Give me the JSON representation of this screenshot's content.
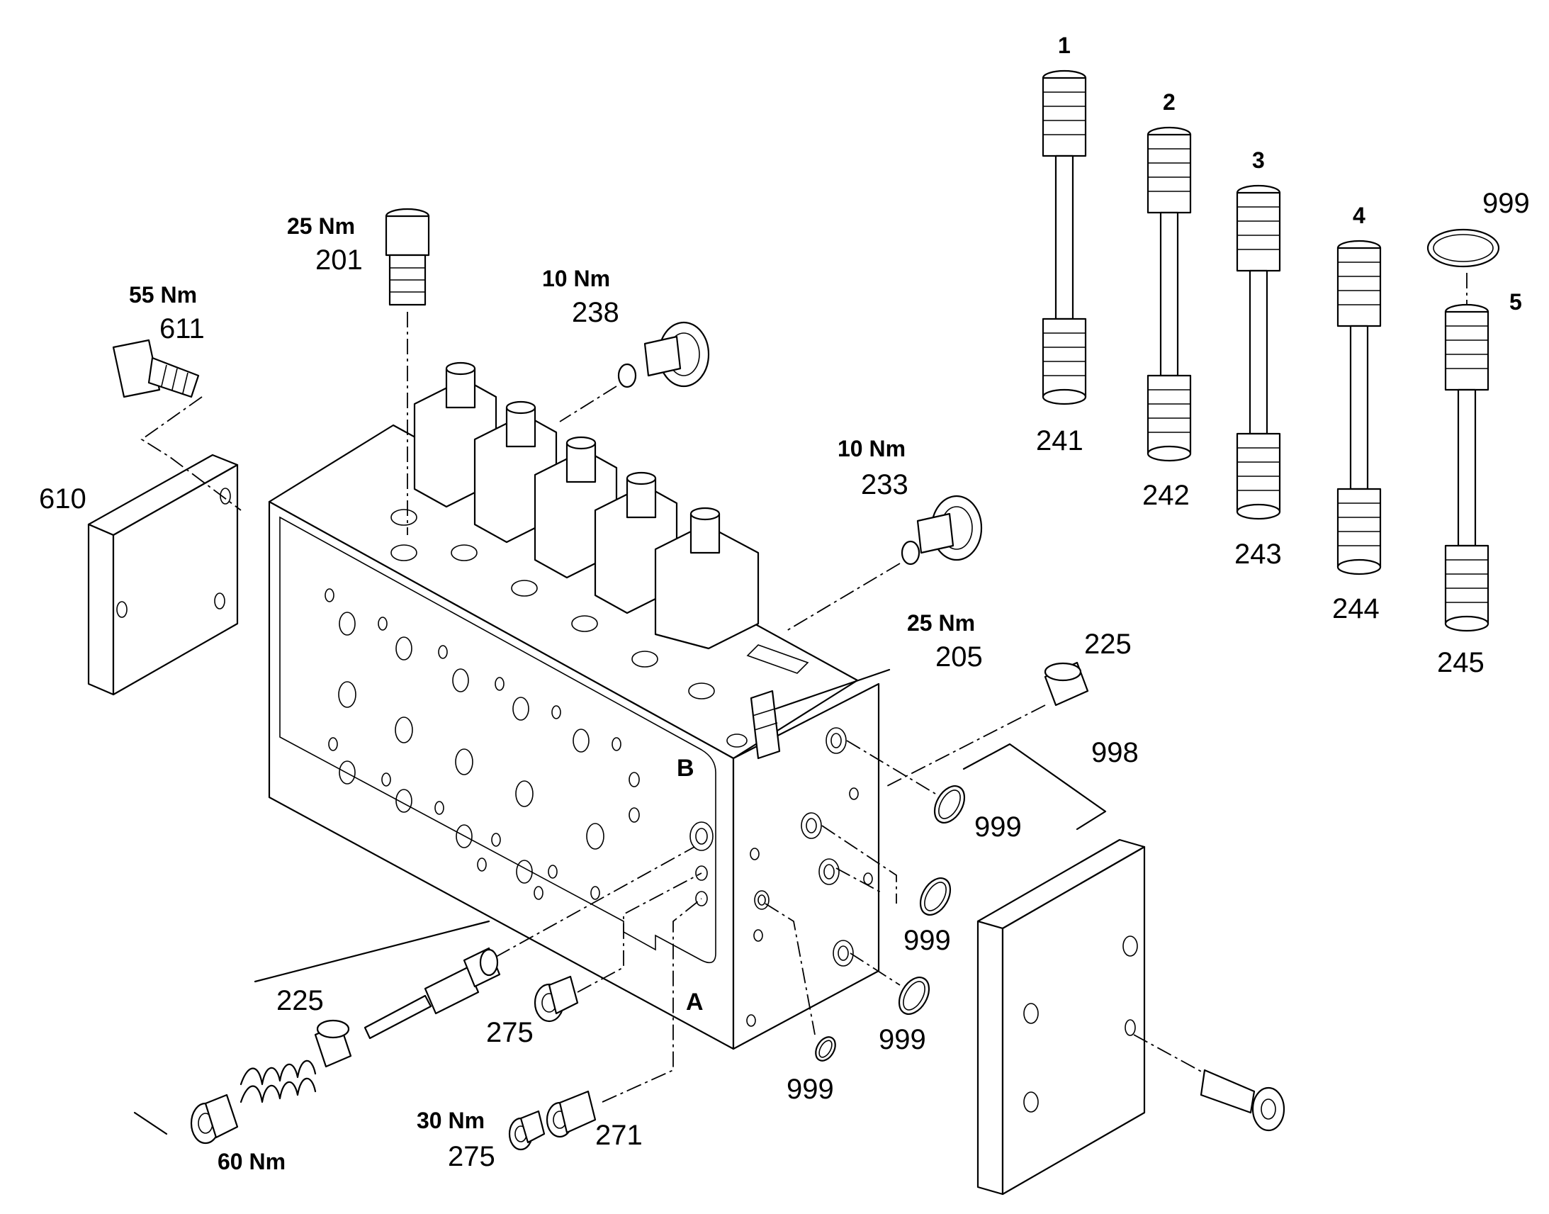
{
  "labels": {
    "l1": "1",
    "l2": "2",
    "l3": "3",
    "l4": "4",
    "l5": "5",
    "p241": "241",
    "p242": "242",
    "p243": "243",
    "p244": "244",
    "p245": "245",
    "p999_top": "999",
    "t201": "25 Nm",
    "p201": "201",
    "t611": "55 Nm",
    "p611": "611",
    "t238": "10 Nm",
    "p238": "238",
    "t233": "10 Nm",
    "p233": "233",
    "t205": "25 Nm",
    "p205": "205",
    "p225_right": "225",
    "p610": "610",
    "p998": "998",
    "p999_a": "999",
    "p999_b": "999",
    "p999_c": "999",
    "p999_d": "999",
    "letter_b": "B",
    "letter_a": "A",
    "p225_left": "225",
    "p275_a": "275",
    "t275": "30 Nm",
    "p275_b": "275",
    "p271": "271",
    "t60": "60 Nm"
  }
}
